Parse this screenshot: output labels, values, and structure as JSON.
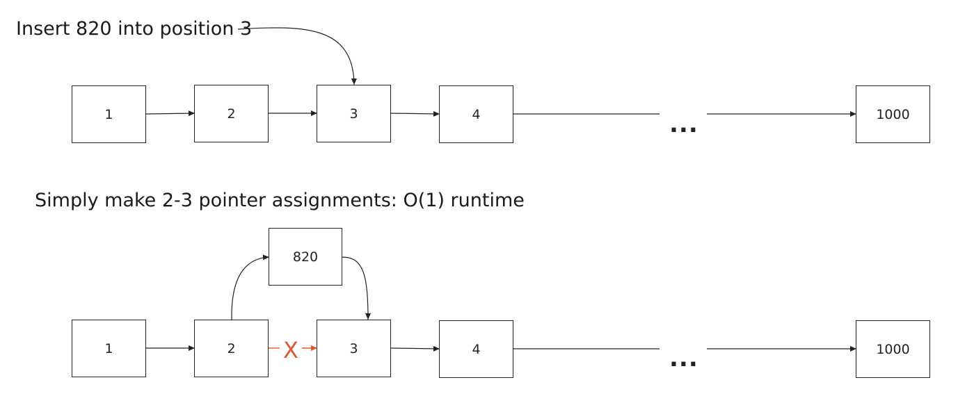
{
  "top_caption": "Insert 820 into position 3",
  "bottom_caption": "Simply make 2-3 pointer assignments: O(1) runtime",
  "top_row": [
    "1",
    "2",
    "3",
    "4",
    "1000"
  ],
  "bottom_row": [
    "1",
    "2",
    "3",
    "4",
    "1000"
  ],
  "inserted_node": "820",
  "ellipsis": "...",
  "broken_link_mark": "X",
  "colors": {
    "line": "#222222",
    "broken_link": "#e0542e"
  }
}
